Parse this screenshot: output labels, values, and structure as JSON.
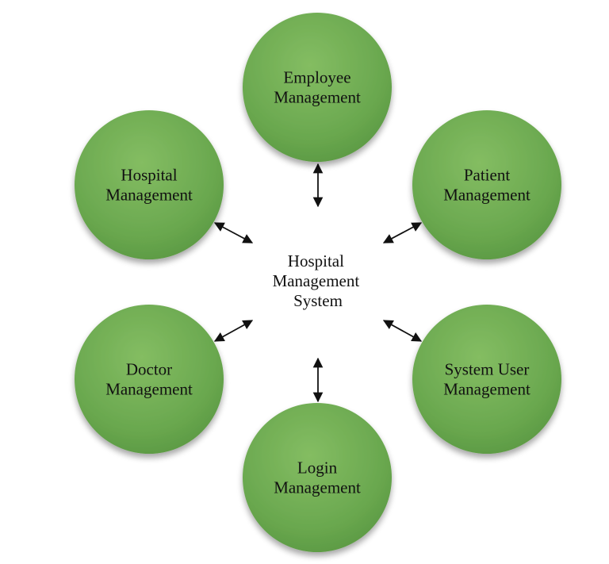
{
  "diagram": {
    "center": {
      "lines": [
        "Hospital",
        "Management",
        "System"
      ]
    },
    "nodes": [
      {
        "id": "employee-management",
        "lines": [
          "Employee",
          "Management"
        ]
      },
      {
        "id": "patient-management",
        "lines": [
          "Patient",
          "Management"
        ]
      },
      {
        "id": "system-user-management",
        "lines": [
          "System User",
          "Management"
        ]
      },
      {
        "id": "login-management",
        "lines": [
          "Login",
          "Management"
        ]
      },
      {
        "id": "doctor-management",
        "lines": [
          "Doctor",
          "Management"
        ]
      },
      {
        "id": "hospital-management",
        "lines": [
          "Hospital",
          "Management"
        ]
      }
    ],
    "connectors": "bidirectional",
    "colors": {
      "node_fill_light": "#7cb65a",
      "node_fill": "#6aa84f",
      "node_fill_dark": "#4f8a36",
      "arrow": "#111111",
      "text": "#111111"
    }
  }
}
